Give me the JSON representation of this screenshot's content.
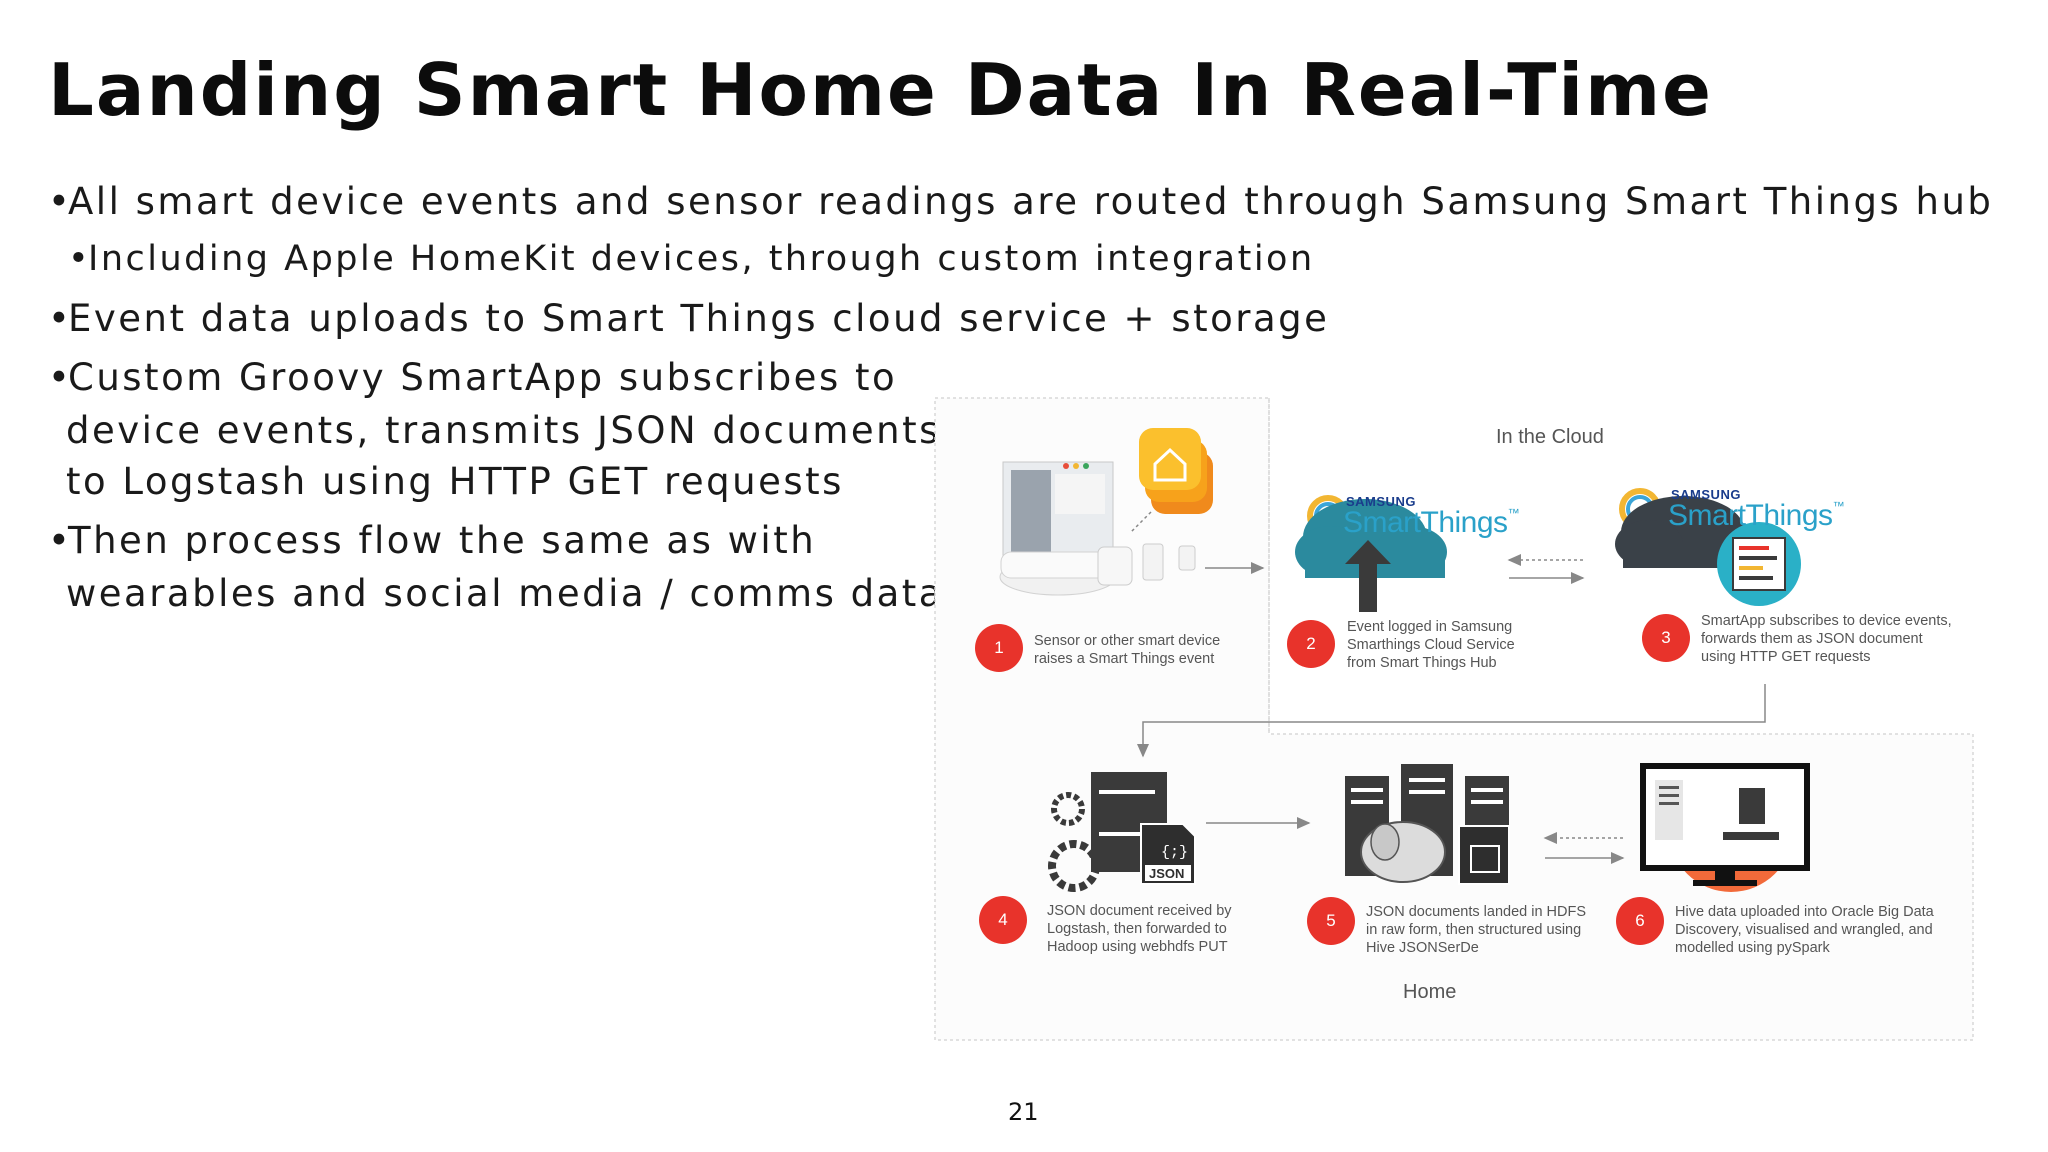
{
  "slide": {
    "title": "Landing Smart Home Data In Real-Time",
    "page_number": "21"
  },
  "bullets": [
    {
      "marker": "•",
      "text": "All smart device events and sensor readings are routed through Samsung Smart Things hub"
    },
    {
      "marker": "•",
      "text": "Including Apple HomeKit devices, through custom integration"
    },
    {
      "marker": "•",
      "text": "Event data uploads to Smart Things cloud service + storage"
    },
    {
      "marker": "•",
      "text": "Custom Groovy SmartApp subscribes to",
      "continuation": [
        "device events, transmits JSON documents",
        "to Logstash using HTTP GET requests"
      ]
    },
    {
      "marker": "•",
      "text": "Then process flow the same as with",
      "continuation": [
        "wearables and social media / comms data"
      ]
    }
  ],
  "diagram": {
    "zones": {
      "cloud": "In the Cloud",
      "home": "Home"
    },
    "brand": {
      "samsung": "SAMSUNG",
      "smartthings": "SmartThings",
      "tm": "™"
    },
    "json_icon_label": "JSON",
    "json_icon_braces": "{;}",
    "steps": [
      {
        "number": "1",
        "lines": [
          "Sensor or other smart device",
          "raises a Smart Things event"
        ]
      },
      {
        "number": "2",
        "lines": [
          "Event logged in Samsung",
          "Smarthings Cloud Service",
          "from Smart Things Hub"
        ]
      },
      {
        "number": "3",
        "lines": [
          "SmartApp subscribes to device events,",
          "forwards them as JSON document",
          "using HTTP GET requests"
        ]
      },
      {
        "number": "4",
        "lines": [
          "JSON document received by",
          "Logstash, then forwarded to",
          "Hadoop using webhdfs PUT"
        ]
      },
      {
        "number": "5",
        "lines": [
          "JSON documents landed in HDFS",
          "in raw form, then structured using",
          "Hive JSONSerDe"
        ]
      },
      {
        "number": "6",
        "lines": [
          "Hive data uploaded into Oracle Big Data",
          "Discovery, visualised and wrangled, and",
          "modelled using pySpark"
        ]
      }
    ],
    "colors": {
      "accent_red": "#e8332b",
      "cloud_teal": "#2b8a9e",
      "homekit_orange": "#f7a21b",
      "dark_grey": "#3a3a3a"
    }
  }
}
